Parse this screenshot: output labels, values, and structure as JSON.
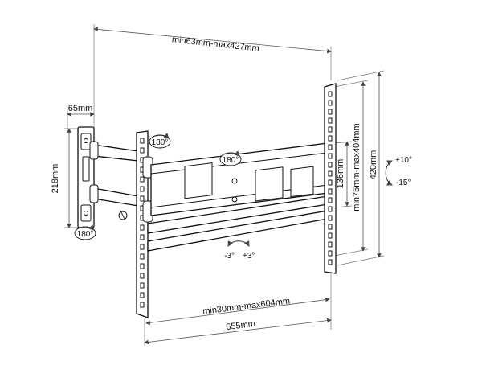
{
  "dimensions": {
    "extension": "min63mm-max427mm",
    "wall_plate_depth": "65mm",
    "wall_plate_height": "218mm",
    "vesa_horizontal": "min30mm-max604mm",
    "overall_width": "655mm",
    "mount_height": "420mm",
    "vesa_vertical": "min75mm-max404mm",
    "bracket_spacing": "136mm"
  },
  "rotations": {
    "arm_top": "180°",
    "wall_bottom": "180°",
    "center_arm": "180°",
    "tilt_up": "+10°",
    "tilt_down": "-15°",
    "level_left": "-3°",
    "level_right": "+3°"
  }
}
